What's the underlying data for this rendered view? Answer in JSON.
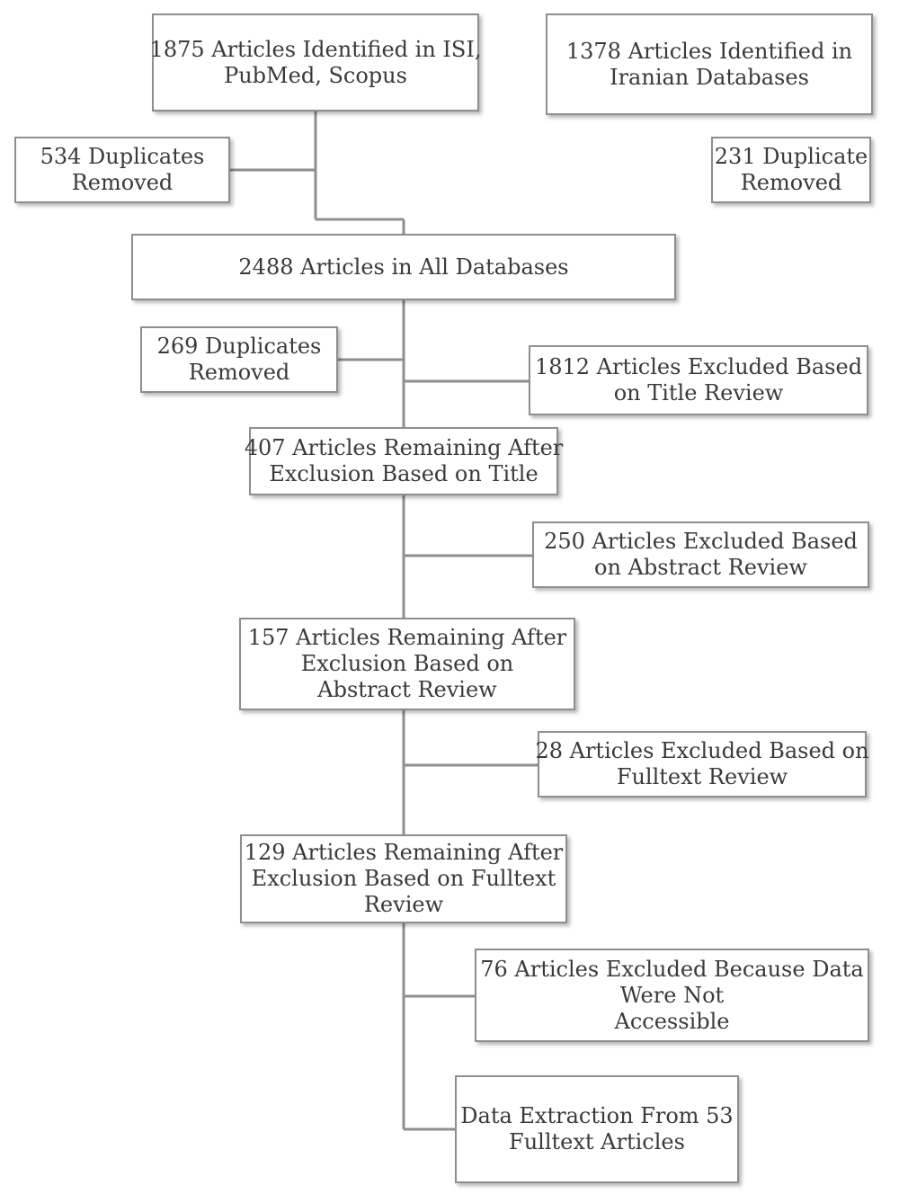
{
  "boxes": {
    "isi": [
      "1875 Articles Identified in ISI,",
      "PubMed, Scopus"
    ],
    "iranian": [
      "1378 Articles Identified in",
      "Iranian Databases"
    ],
    "dup534": [
      "534 Duplicates",
      "Removed"
    ],
    "dup231": [
      "231 Duplicate",
      "Removed"
    ],
    "all": [
      "2488 Articles in All Databases"
    ],
    "dup269": [
      "269 Duplicates",
      "Removed"
    ],
    "excl_title": [
      "1812 Articles Excluded Based",
      "on Title Review"
    ],
    "remain_title": [
      "407 Articles Remaining After",
      "Exclusion Based on Title"
    ],
    "excl_abstract": [
      "250 Articles Excluded Based",
      "on Abstract Review"
    ],
    "remain_abstract": [
      "157 Articles Remaining After",
      "Exclusion Based on",
      "Abstract Review"
    ],
    "excl_fulltext": [
      "28 Articles Excluded Based on",
      "Fulltext Review"
    ],
    "remain_fulltext": [
      "129 Articles Remaining After",
      "Exclusion Based on Fulltext",
      "Review"
    ],
    "excl_data": [
      "76 Articles Excluded Because Data",
      "Were Not",
      "Accessible"
    ],
    "final": [
      "Data Extraction From 53",
      "Fulltext Articles"
    ]
  }
}
